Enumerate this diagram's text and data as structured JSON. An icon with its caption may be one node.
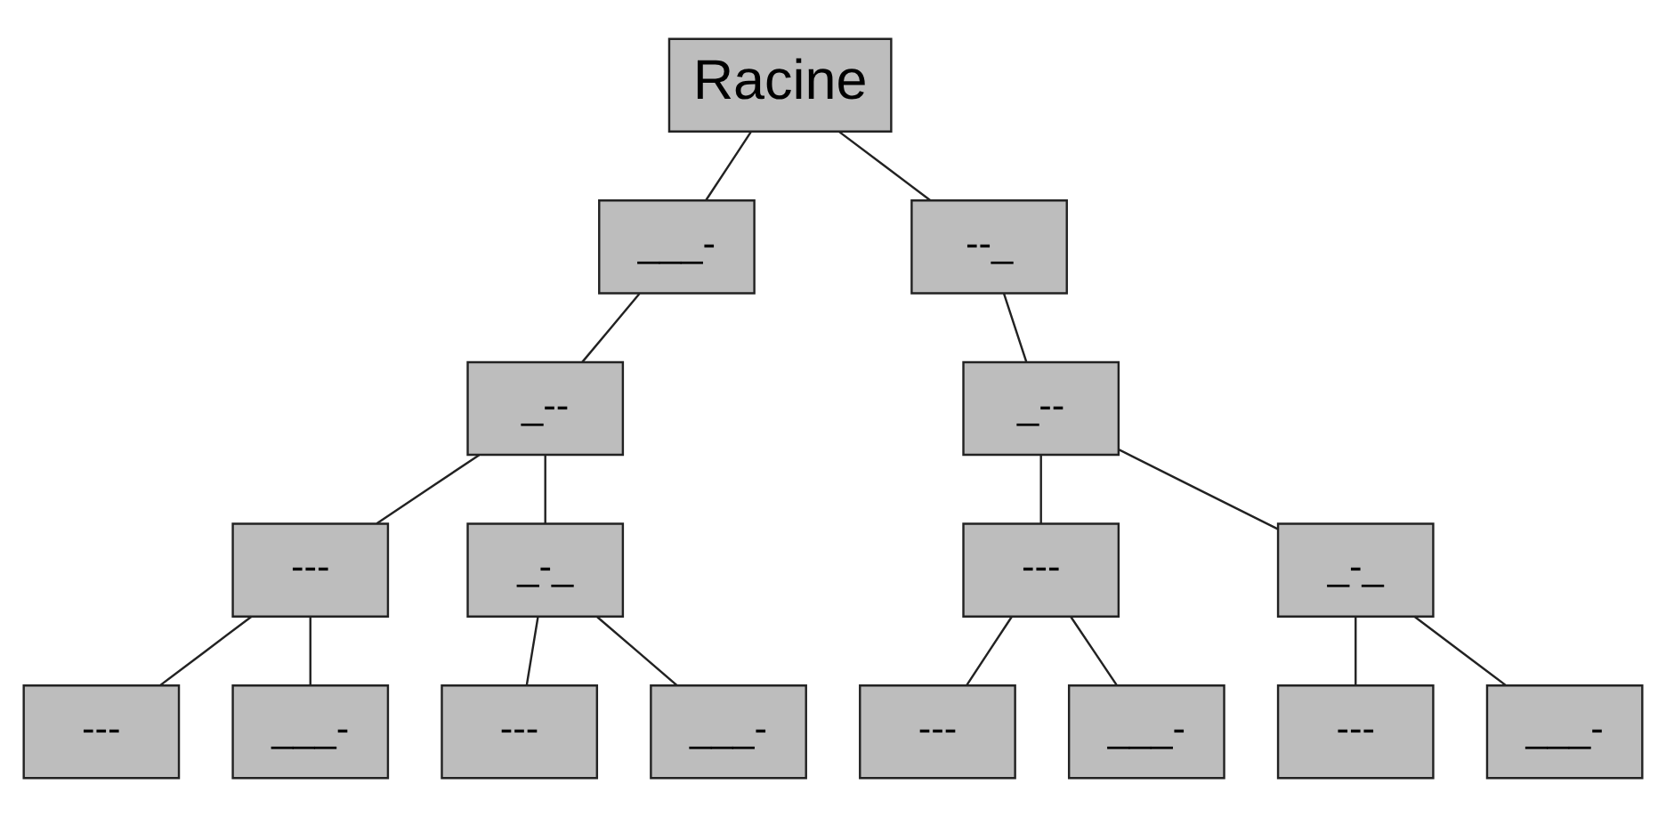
{
  "diagram": {
    "nodes": [
      {
        "text": [
          "Racine"
        ]
      },
      {
        "text": [
          "___-"
        ]
      },
      {
        "text": [
          "--_"
        ]
      },
      {
        "text": [
          "_--"
        ]
      },
      {
        "text": [
          "_--"
        ]
      },
      {
        "text": [
          "---"
        ]
      },
      {
        "text": [
          "_-_"
        ]
      },
      {
        "text": [
          "---"
        ]
      },
      {
        "text": [
          "_-_"
        ]
      },
      {
        "text": [
          "---"
        ]
      },
      {
        "text": [
          "___-"
        ]
      },
      {
        "text": [
          "---"
        ]
      },
      {
        "text": [
          "___-"
        ]
      },
      {
        "text": [
          "---"
        ]
      },
      {
        "text": [
          "___-"
        ]
      },
      {
        "text": [
          "---"
        ]
      },
      {
        "text": [
          "___-"
        ]
      }
    ],
    "edges": [
      {
        "from": 0,
        "to": 1,
        "arrow": "none"
      },
      {
        "from": 0,
        "to": 2,
        "arrow": "none"
      },
      {
        "from": 1,
        "to": 3,
        "arrow": "none"
      },
      {
        "from": 2,
        "to": 4,
        "arrow": "none"
      },
      {
        "from": 3,
        "to": 5,
        "arrow": "none"
      },
      {
        "from": 3,
        "to": 6,
        "arrow": "none"
      },
      {
        "from": 4,
        "to": 7,
        "arrow": "none"
      },
      {
        "from": 4,
        "to": 8,
        "arrow": "none"
      },
      {
        "from": 5,
        "to": 9,
        "arrow": "none"
      },
      {
        "from": 5,
        "to": 10,
        "arrow": "none"
      },
      {
        "from": 6,
        "to": 11,
        "arrow": "none"
      },
      {
        "from": 6,
        "to": 12,
        "arrow": "none"
      },
      {
        "from": 7,
        "to": 13,
        "arrow": "none"
      },
      {
        "from": 7,
        "to": 14,
        "arrow": "none"
      },
      {
        "from": 8,
        "to": 15,
        "arrow": "none"
      },
      {
        "from": 8,
        "to": 16,
        "arrow": "none"
      }
    ]
  }
}
